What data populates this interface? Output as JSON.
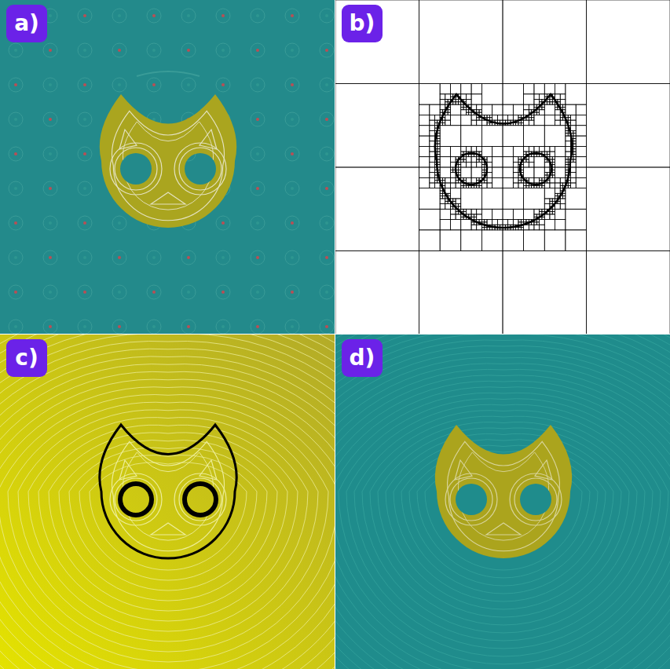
{
  "diagram": {
    "nodes": [
      {
        "text": [
          "a)"
        ]
      },
      {
        "text": [
          "b)"
        ]
      },
      {
        "text": [
          "c)"
        ]
      },
      {
        "text": [
          "d)"
        ]
      }
    ]
  }
}
